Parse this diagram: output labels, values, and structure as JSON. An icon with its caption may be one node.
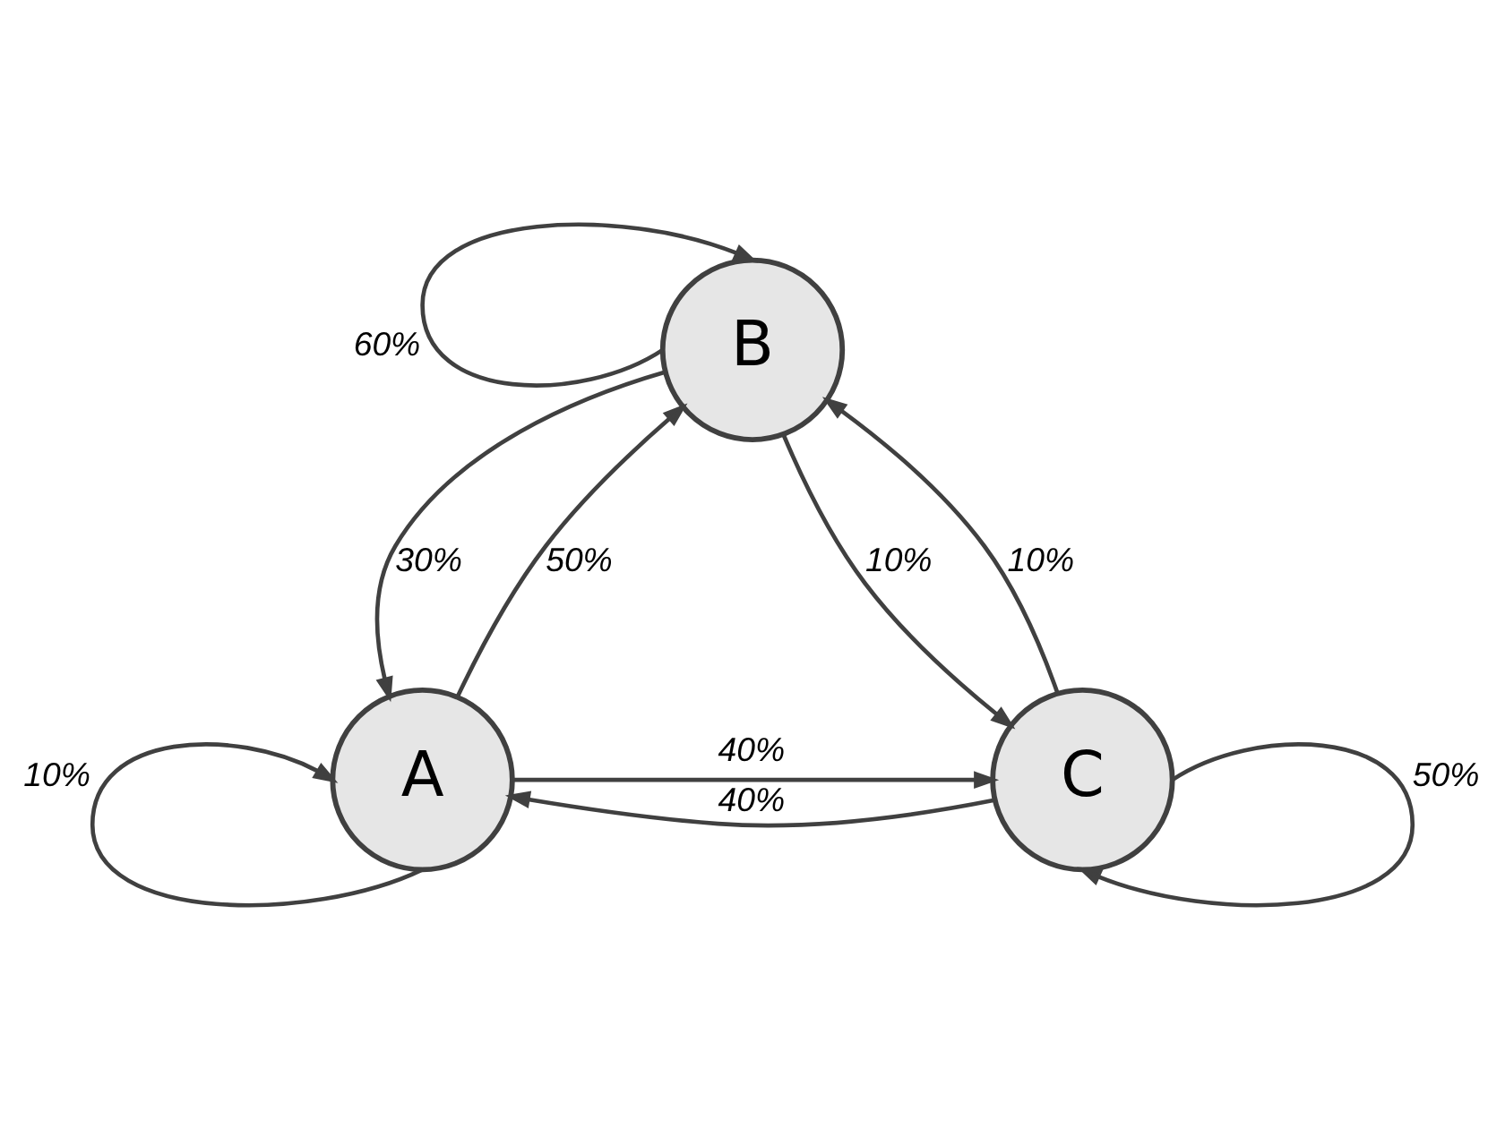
{
  "diagram": {
    "nodes": [
      {
        "text": [
          "B"
        ]
      },
      {
        "text": [
          "A"
        ]
      },
      {
        "text": [
          "C"
        ]
      }
    ],
    "edges": [
      {
        "from": 0,
        "to": 0,
        "arrow": "to",
        "label": "60%"
      },
      {
        "from": 1,
        "to": 0,
        "arrow": "to",
        "label": "50%"
      },
      {
        "from": 0,
        "to": 1,
        "arrow": "to",
        "label": "30%"
      },
      {
        "from": 0,
        "to": 2,
        "arrow": "to",
        "label": "10%"
      },
      {
        "from": 2,
        "to": 0,
        "arrow": "to",
        "label": "10%"
      },
      {
        "from": 1,
        "to": 2,
        "arrow": "to",
        "label": "40%"
      },
      {
        "from": 2,
        "to": 1,
        "arrow": "to",
        "label": "40%"
      },
      {
        "from": 1,
        "to": 1,
        "arrow": "to",
        "label": "10%"
      },
      {
        "from": 2,
        "to": 2,
        "arrow": "to",
        "label": "50%"
      }
    ]
  }
}
